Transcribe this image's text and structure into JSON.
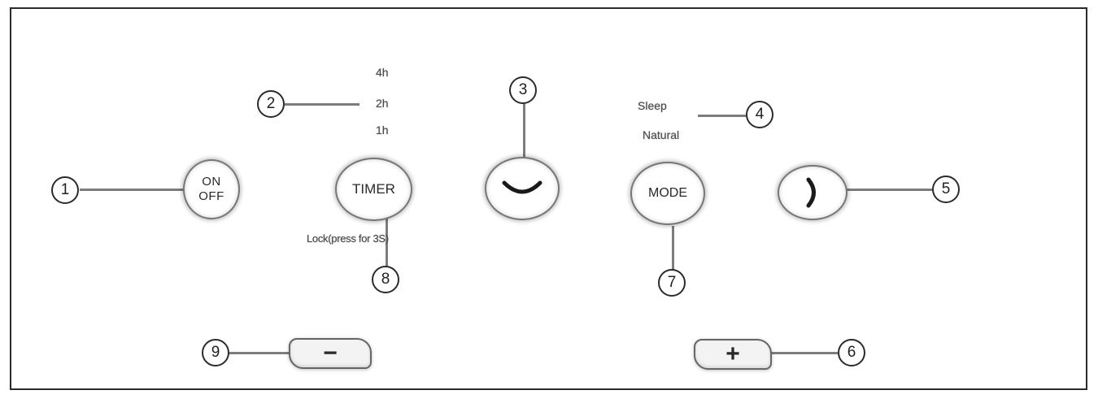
{
  "buttons": {
    "onoff_line1": "ON",
    "onoff_line2": "OFF",
    "timer": "TIMER",
    "mode": "MODE",
    "minus": "−",
    "plus": "+"
  },
  "timer_options": [
    "4h",
    "2h",
    "1h"
  ],
  "mode_options": [
    "Sleep",
    "Natural"
  ],
  "lock_label": "Lock(press for 3S)",
  "callouts": [
    "1",
    "2",
    "3",
    "4",
    "5",
    "6",
    "7",
    "8",
    "9"
  ],
  "icons": {
    "oscillate": "swing-arc-icon",
    "speed": "speed-arc-icon"
  }
}
